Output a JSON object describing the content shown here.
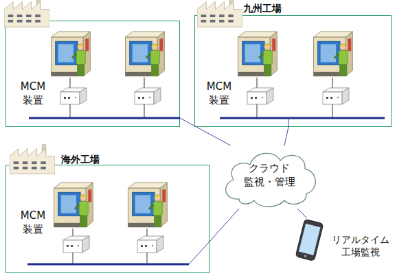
{
  "diagram": {
    "nodes": [
      {
        "text": [
          "MCM 装置"
        ]
      },
      {
        "text": [
          "九州工場",
          "MCM 装置"
        ]
      },
      {
        "text": [
          "海外工場",
          "MCM 装置"
        ]
      },
      {
        "text": [
          "クラウド 監視・管理"
        ]
      },
      {
        "text": [
          "リアルタイム 工場監視"
        ]
      }
    ],
    "edges": [
      {
        "from": 0,
        "to": 3,
        "arrow": "none"
      },
      {
        "from": 1,
        "to": 3,
        "arrow": "none"
      },
      {
        "from": 2,
        "to": 3,
        "arrow": "none"
      },
      {
        "from": 3,
        "to": 4,
        "arrow": "none"
      }
    ]
  }
}
